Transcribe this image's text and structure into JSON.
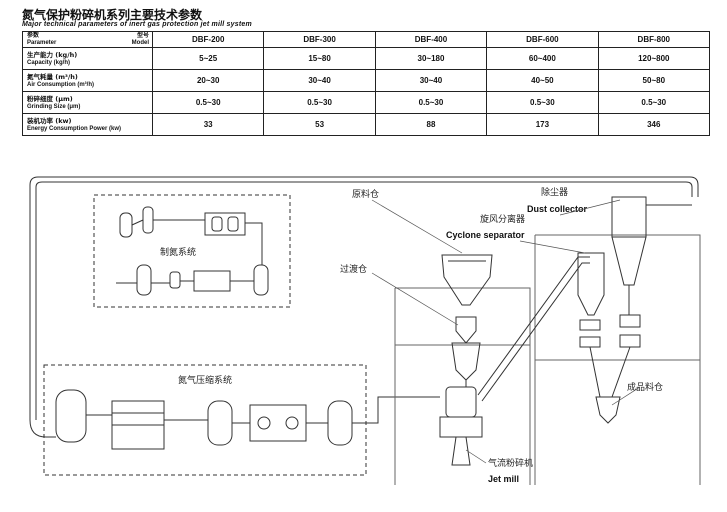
{
  "header": {
    "title_cn": "氮气保护粉碎机系列主要技术参数",
    "title_en": "Major technical parameters of inert gas protection jet mill system"
  },
  "table": {
    "corner_param_cn": "参数",
    "corner_param_en": "Parameter",
    "corner_model_cn": "型号",
    "corner_model_en": "Model",
    "models": [
      "DBF-200",
      "DBF-300",
      "DBF-400",
      "DBF-600",
      "DBF-800"
    ],
    "rows": [
      {
        "label_cn": "生产能力 (kg/h)",
        "label_en": "Capacity (kg/h)",
        "values": [
          "5~25",
          "15~80",
          "30~180",
          "60~400",
          "120~800"
        ]
      },
      {
        "label_cn": "氮气耗量 (m³/h)",
        "label_en": "Air Consumption (m³/h)",
        "values": [
          "20~30",
          "30~40",
          "30~40",
          "40~50",
          "50~80"
        ]
      },
      {
        "label_cn": "粉碎细度 (μm)",
        "label_en": "Grinding Size (μm)",
        "values": [
          "0.5~30",
          "0.5~30",
          "0.5~30",
          "0.5~30",
          "0.5~30"
        ]
      },
      {
        "label_cn": "装机功率 (kw)",
        "label_en": "Energy Consumption Power (kw)",
        "values": [
          "33",
          "53",
          "88",
          "173",
          "346"
        ]
      }
    ]
  },
  "diagram": {
    "nitrogen_system": "制氮系统",
    "compression_system": "氮气压缩系统",
    "raw_bin": "原料仓",
    "transition_bin": "过渡仓",
    "cyclone_cn": "旋风分离器",
    "cyclone_en": "Cyclone separator",
    "dust_cn": "除尘器",
    "dust_en": "Dust collector",
    "product_bin": "成品料仓",
    "jetmill_cn": "气流粉碎机",
    "jetmill_en": "Jet mill"
  }
}
